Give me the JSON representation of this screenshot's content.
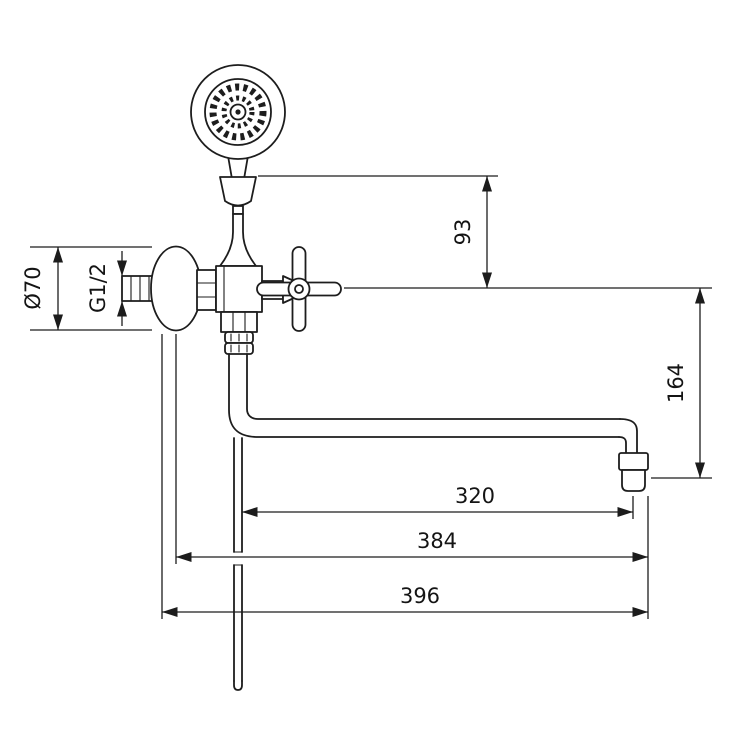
{
  "canvas": {
    "background": "#ffffff",
    "line_color": "#1c1c1c"
  },
  "dimensions": {
    "flange_diameter_label": "Ø70",
    "thread_label": "G1/2",
    "holder_height": "93",
    "spout_drop": "164",
    "spout_reach": "320",
    "overall_384": "384",
    "overall_396": "396"
  }
}
